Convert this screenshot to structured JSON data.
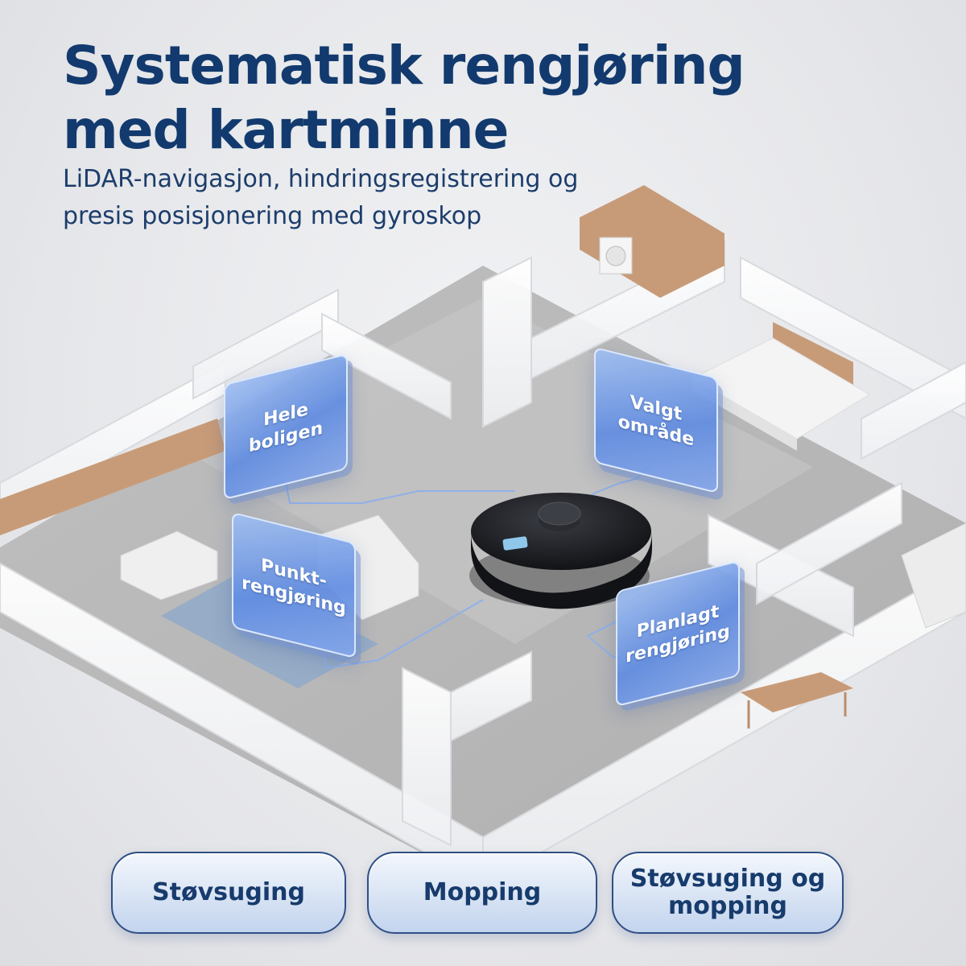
{
  "header": {
    "title_line1": "Systematisk rengjøring",
    "title_line2": "med kartminne",
    "subtitle_line1": "LiDAR-navigasjon, hindringsregistrering og",
    "subtitle_line2": "presis posisjonering med gyroskop"
  },
  "cards": {
    "whole_home": [
      "Hele",
      "boligen"
    ],
    "selected_area": [
      "Valgt",
      "område"
    ],
    "spot_cleaning": [
      "Punkt-",
      "rengjøring"
    ],
    "scheduled_cleaning": [
      "Planlagt",
      "rengjøring"
    ]
  },
  "modes": {
    "vacuum": "Støvsuging",
    "mop": "Mopping",
    "vacuum_mop_line1": "Støvsuging og",
    "vacuum_mop_line2": "mopping"
  },
  "colors": {
    "title": "#123a6e",
    "card": "#6a95e0",
    "pill_border": "#2f4f86",
    "robot": "#15171b"
  }
}
